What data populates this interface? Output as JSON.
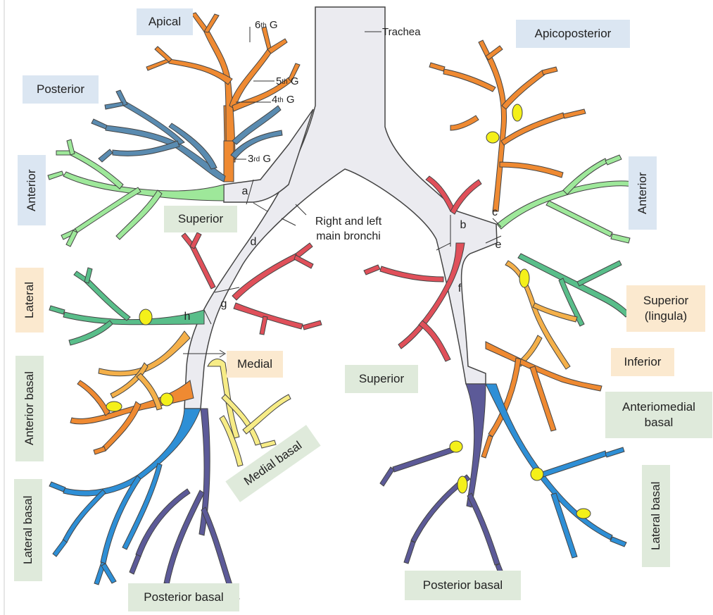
{
  "colors": {
    "trachea": "#ebebf0",
    "apical": "#ef8a32",
    "posterior": "#5a8bb0",
    "anterior": "#9ee89a",
    "superior_lower": "#e0505a",
    "lateral": "#59be8a",
    "medial": "#f7ec86",
    "lateral_basal": "#2e8fd6",
    "posterior_basal": "#5c5a98",
    "lingula": "#f4b04a",
    "node": "#f4f01a"
  },
  "labels": {
    "apical": "Apical",
    "posterior_right": "Posterior",
    "anterior_right": "Anterior",
    "superior_right_upper": "Superior",
    "lateral_right": "Lateral",
    "medial": "Medial",
    "anterior_basal_right": "Anterior basal",
    "lateral_basal_right": "Lateral basal",
    "medial_basal": "Medial basal",
    "posterior_basal_right": "Posterior basal",
    "apicoposterior": "Apicoposterior",
    "anterior_left": "Anterior",
    "superior_lingula_line1": "Superior",
    "superior_lingula_line2": "(lingula)",
    "inferior": "Inferior",
    "anteriomedial_line1": "Anteriomedial",
    "anteriomedial_line2": "basal",
    "lateral_basal_left": "Lateral basal",
    "superior_left_lower": "Superior",
    "posterior_basal_left": "Posterior basal",
    "trachea": "Trachea",
    "main_bronchi_line1": "Right and left",
    "main_bronchi_line2": "main bronchi"
  },
  "generations": {
    "g6": "6",
    "g5": "5",
    "g4": "4",
    "g3": "3",
    "g6_sup": "th",
    "g5_sup": "th",
    "g4_sup": "th",
    "g3_sup": "rd",
    "g_suffix": "G"
  },
  "letters": {
    "a": "a",
    "b": "b",
    "c": "c",
    "d": "d",
    "e": "e",
    "f": "f",
    "g": "g",
    "h": "h"
  }
}
